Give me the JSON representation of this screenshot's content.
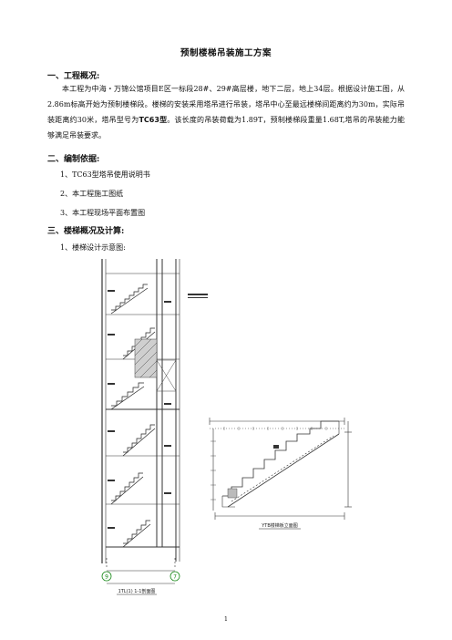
{
  "doc": {
    "title": "预制楼梯吊装施工方案",
    "sec1": {
      "heading": "一、工程概况:",
      "body_a": "本工程为中海・万锦公馆项目E区一标段28#、29#高层楼，地下二层，地上34层。根据设计施工图，从2.86m标高开始为预制楼梯段。楼梯的安装采用塔吊进行吊装，塔吊中心至最远楼梯间距离约为30m，实际吊装距离约30米，塔吊型号为",
      "body_model": "TC63型",
      "body_b": "。该长度的吊装荷载为1.89T，预制楼梯段重量1.68T,塔吊的吊装能力能够满足吊装要求。"
    },
    "sec2": {
      "heading": "二、编制依据:",
      "items": [
        "1、TC63型塔吊使用说明书",
        "2、本工程施工图纸",
        "3、本工程现场平面布置图"
      ]
    },
    "sec3": {
      "heading": "三、楼梯概况及计算:",
      "item1": "1、楼梯设计示意图:"
    },
    "drawing": {
      "left_caption": "1TL(1) 1-1剖面图",
      "right_caption": "YTB楼梯板立面图",
      "axis_left": "9",
      "axis_right": "7"
    },
    "page_number": "1"
  }
}
